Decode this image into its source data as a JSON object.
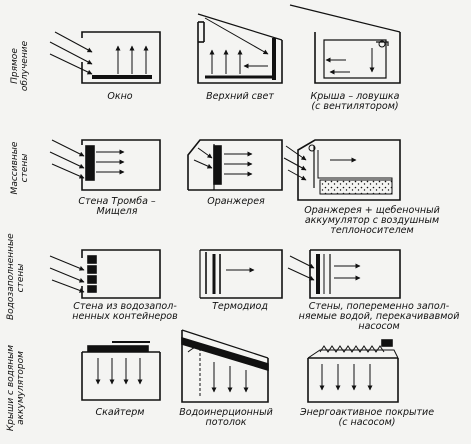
{
  "rows": {
    "direct": "Прямое\nоблучение",
    "massive": "Массивные\nстены",
    "water_walls": "Водозаполненные\nстены",
    "water_roofs": "Крыши с водяным\nаккумулятором"
  },
  "captions": {
    "window": "Окно",
    "skylight": "Верхний свет",
    "roof_trap": "Крыша – ловушка\n(с вентилятором)",
    "trombe": "Стена Тромба –\nМищеля",
    "greenhouse": "Оранжерея",
    "greenhouse_gravel": "Оранжерея + щебеночный\nаккумулятор с воздушным\nтеплоносителем",
    "water_containers": "Стена из водозапол-\nненных контейнеров",
    "thermodiode": "Термодиод",
    "alt_walls": "Стены, попеременно запол-\nняемые водой, перекачивавмой\nнасосом",
    "skytherm": "Скайтерм",
    "water_ceiling": "Водоинерционный\nпотолок",
    "energy_roof": "Энергоактивное покрытие\n(с насосом)"
  },
  "colors": {
    "ink": "#111111",
    "paper": "#f4f4f2"
  }
}
